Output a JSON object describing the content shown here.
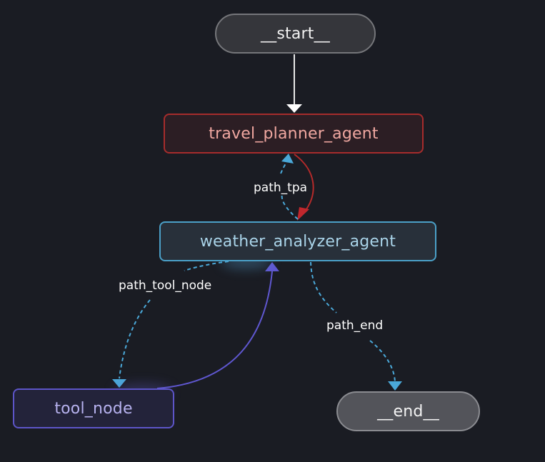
{
  "graph": {
    "nodes": {
      "start": "__start__",
      "travel_planner_agent": "travel_planner_agent",
      "weather_analyzer_agent": "weather_analyzer_agent",
      "tool_node": "tool_node",
      "end": "__end__"
    },
    "edges": [
      {
        "from": "__start__",
        "to": "travel_planner_agent",
        "style": "solid",
        "color": "#ffffff",
        "label": ""
      },
      {
        "from": "travel_planner_agent",
        "to": "weather_analyzer_agent",
        "style": "solid",
        "color": "#b52a2a",
        "label": ""
      },
      {
        "from": "weather_analyzer_agent",
        "to": "travel_planner_agent",
        "style": "dashed",
        "color": "#4aa8d8",
        "label": "path_tpa"
      },
      {
        "from": "weather_analyzer_agent",
        "to": "tool_node",
        "style": "dashed",
        "color": "#4aa8d8",
        "label": "path_tool_node"
      },
      {
        "from": "tool_node",
        "to": "weather_analyzer_agent",
        "style": "solid",
        "color": "#5f57d0",
        "label": ""
      },
      {
        "from": "weather_analyzer_agent",
        "to": "__end__",
        "style": "dashed",
        "color": "#4aa8d8",
        "label": "path_end"
      }
    ],
    "edge_labels": {
      "path_tpa": "path_tpa",
      "path_tool_node": "path_tool_node",
      "path_end": "path_end"
    }
  }
}
